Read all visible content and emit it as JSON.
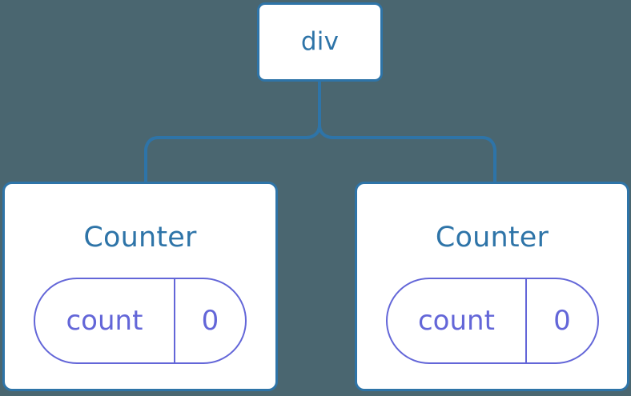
{
  "diagram": {
    "title": "component-tree",
    "background_color": "#4a6670",
    "node_border_color": "#2e74a8",
    "node_text_color": "#2e74a8",
    "state_color": "#6366d8",
    "connector_color": "#2e74a8"
  },
  "root": {
    "label": "div"
  },
  "children": [
    {
      "label": "Counter",
      "state": {
        "key": "count",
        "value": "0"
      }
    },
    {
      "label": "Counter",
      "state": {
        "key": "count",
        "value": "0"
      }
    }
  ]
}
